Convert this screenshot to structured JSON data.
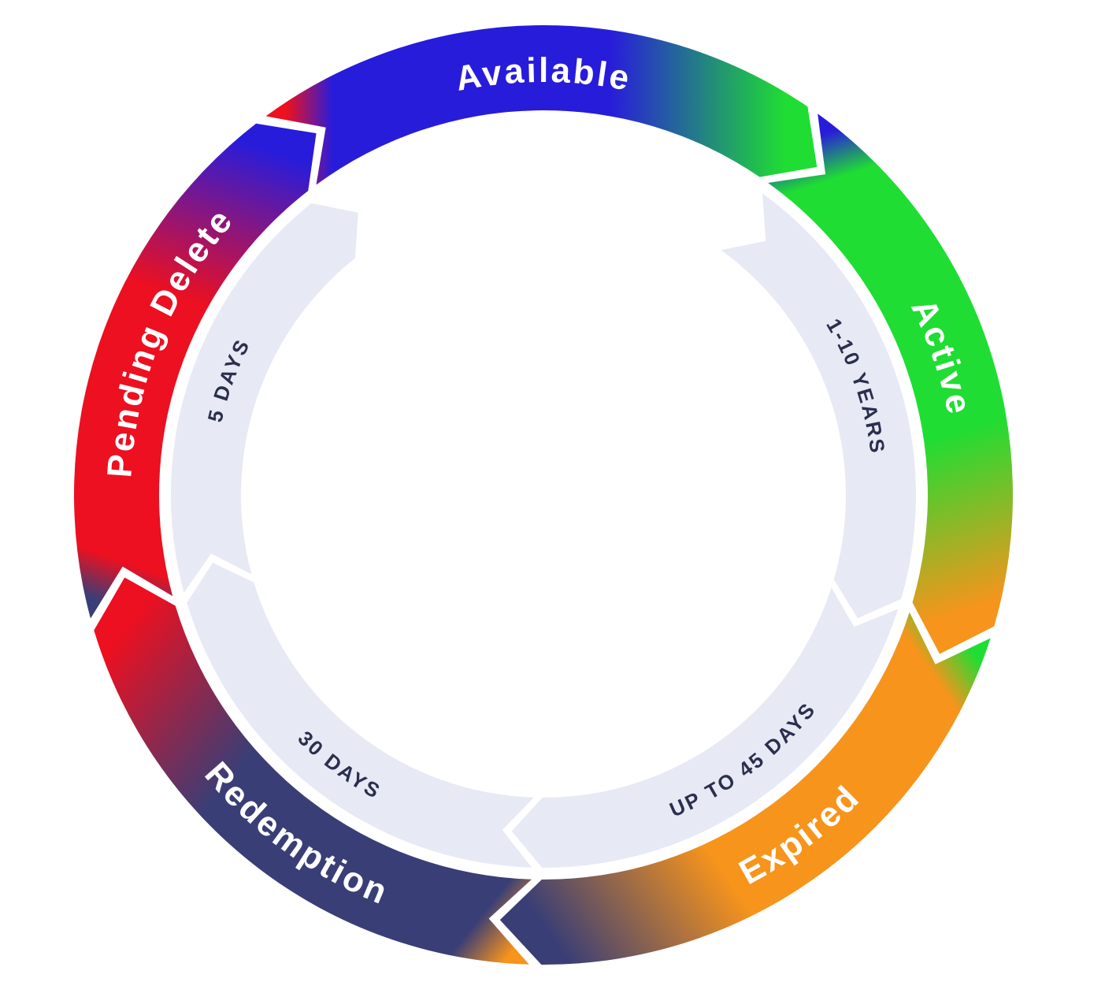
{
  "wheel": {
    "flow_direction": "clockwise",
    "background_color": "#ffffff",
    "divider_color": "#ffffff",
    "segment_label_color": "#ffffff",
    "segments": [
      {
        "id": "available",
        "label": "Available",
        "color": "#281cdb",
        "start_angle": 323,
        "end_angle": 395,
        "label_angle": 360,
        "flipped": false
      },
      {
        "id": "active",
        "label": "Active",
        "color": "#1fdd33",
        "start_angle": 35,
        "end_angle": 107,
        "label_angle": 71,
        "flipped": false
      },
      {
        "id": "expired",
        "label": "Expired",
        "color": "#f7941c",
        "start_angle": 107,
        "end_angle": 181,
        "label_angle": 143,
        "flipped": true
      },
      {
        "id": "redemption",
        "label": "Redemption",
        "color": "#3a3e76",
        "start_angle": 181,
        "end_angle": 254,
        "label_angle": 216,
        "flipped": true
      },
      {
        "id": "pending-delete",
        "label": "Pending Delete",
        "color": "#ec1020",
        "start_angle": 254,
        "end_angle": 323,
        "label_angle": 292,
        "flipped": false
      }
    ],
    "inner_ring": {
      "color": "#e7e9f4",
      "text_color": "#2b2f4e",
      "segments": [
        {
          "id": "active-duration",
          "label": "1-10 YEARS",
          "start_angle": 35.2,
          "end_angle": 107,
          "label_angle": 71,
          "flipped": false
        },
        {
          "id": "expired-duration",
          "label": "UP TO 45 DAYS",
          "start_angle": 107,
          "end_angle": 181,
          "label_angle": 143,
          "flipped": true
        },
        {
          "id": "redemption-duration",
          "label": "30 DAYS",
          "start_angle": 181,
          "end_angle": 254,
          "label_angle": 217,
          "flipped": true
        },
        {
          "id": "pending-delete-duration",
          "label": "5 DAYS",
          "start_angle": 254,
          "end_angle": 322.3,
          "label_angle": 290,
          "flipped": false
        }
      ]
    }
  }
}
